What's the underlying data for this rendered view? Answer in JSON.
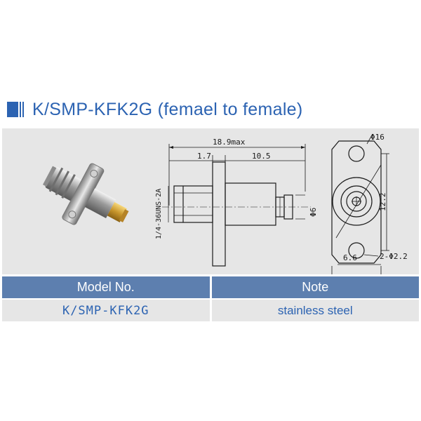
{
  "title": "K/SMP-KFK2G (femael to female)",
  "drawing": {
    "dim_overall": "18.9max",
    "dim_flange_to_body": "1.7",
    "dim_body_length": "10.5",
    "dim_thread": "1/4-36UNS-2A",
    "dim_diameter_small": "Φ6",
    "dim_flange_diameter": "Φ16",
    "dim_hole_spacing": "12.2",
    "dim_hole_offset": "6.6",
    "dim_holes": "2-Φ2.2"
  },
  "table": {
    "headers": [
      "Model No.",
      "Note"
    ],
    "rows": [
      [
        "K/SMP-KFK2G",
        "stainless steel"
      ]
    ]
  },
  "colors": {
    "brand_blue": "#2c63b2",
    "header_bg": "#5d7faf",
    "panel_bg": "#e6e6e6"
  }
}
